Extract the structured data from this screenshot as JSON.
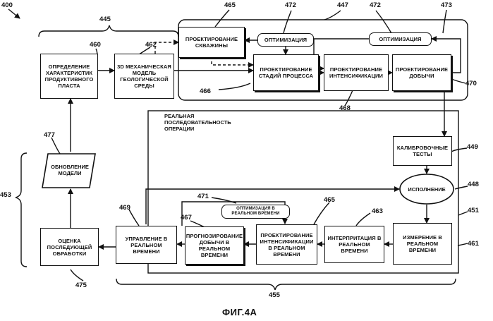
{
  "figure_caption": "ФИГ.4А",
  "reference_numbers": {
    "n400": "400",
    "n445": "445",
    "n447": "447",
    "n449": "449",
    "n451": "451",
    "n453": "453",
    "n455": "455",
    "n460": "460",
    "n461": "461",
    "n462": "462",
    "n463": "463",
    "n465a": "465",
    "n465b": "465",
    "n466": "466",
    "n467": "467",
    "n468": "468",
    "n469": "469",
    "n470": "470",
    "n471": "471",
    "n472a": "472",
    "n472b": "472",
    "n473": "473",
    "n475": "475",
    "n477": "477",
    "n448": "448"
  },
  "boxes": {
    "reservoir": "ОПРЕДЕЛЕНИЕ ХАРАКТЕРИСТИК ПРОДУКТИВНОГО ПЛАСТА",
    "mech_model": "3D МЕХАНИЧЕСКАЯ МОДЕЛЬ ГЕОЛОГИЧЕСКОЙ СРЕДЫ",
    "well_design": "ПРОЕКТИРОВАНИЕ СКВАЖИНЫ",
    "optimization_1": "ОПТИМИЗАЦИЯ",
    "optimization_2": "ОПТИМИЗАЦИЯ",
    "stage_design": "ПРОЕКТИРОВАНИЕ СТАДИЙ ПРОЦЕССА",
    "stim_design": "ПРОЕКТИРОВАНИЕ ИНТЕНСИФИКАЦИИ",
    "prod_design": "ПРОЕКТИРОВАНИЕ ДОБЫЧИ",
    "model_update": "ОБНОВЛЕНИЕ МОДЕЛИ",
    "calibration": "КАЛИБРОВОЧНЫЕ ТЕСТЫ",
    "execution": "ИСПОЛНЕНИЕ",
    "rt_opt": "ОПТИМИЗАЦИЯ В РЕАЛЬНОМ ВРЕМЕНИ",
    "rt_control": "УПРАВЛЕНИЕ В РЕАЛЬНОМ ВРЕМЕНИ",
    "rt_forecast": "ПРОГНОЗИРОВАНИЕ ДОБЫЧИ В РЕАЛЬНОМ ВРЕМЕНИ",
    "rt_stim": "ПРОЕКТИРОВАНИЕ ИНТЕНСИФИКАЦИИ В РЕАЛЬНОМ ВРЕМЕНИ",
    "rt_interp": "ИНТЕРПРИТАЦИЯ В РЕАЛЬНОМ ВРЕМЕНИ",
    "rt_measure": "ИЗМЕРЕНИЕ В РЕАЛЬНОМ ВРЕМЕНИ",
    "post_eval": "ОЦЕНКА ПОСЛЕДУЮЩЕЙ ОБРАБОТКИ"
  },
  "realtime_label": "РЕАЛЬНАЯ ПОСЛЕДОВАТЕЛЬНОСТЬ ОПЕРАЦИИ"
}
